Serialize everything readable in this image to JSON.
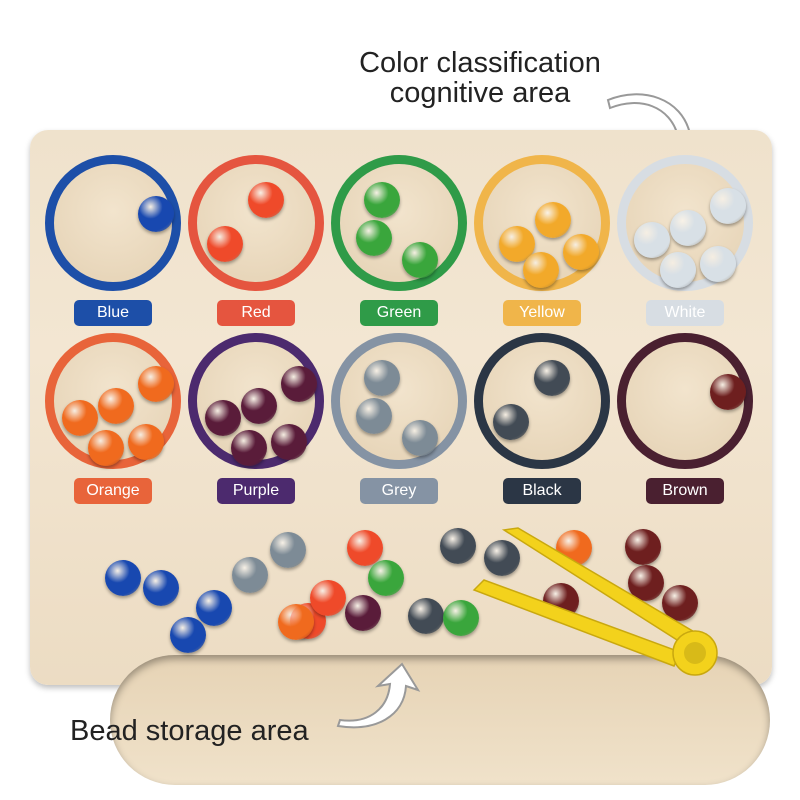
{
  "top_text": "",
  "captions": {
    "classification": "Color classification\ncognitive area",
    "storage": "Bead storage area"
  },
  "wells": [
    {
      "label": "Blue",
      "color": "#1d4fa8",
      "beads": 1
    },
    {
      "label": "Red",
      "color": "#e5553f",
      "beads": 2
    },
    {
      "label": "Green",
      "color": "#2f9b48",
      "beads": 3
    },
    {
      "label": "Yellow",
      "color": "#f0b54a",
      "beads": 4
    },
    {
      "label": "White",
      "color": "#d7dde3",
      "beads": 5
    },
    {
      "label": "Orange",
      "color": "#e8643a",
      "beads": 5
    },
    {
      "label": "Purple",
      "color": "#4c2a6e",
      "beads": 5
    },
    {
      "label": "Grey",
      "color": "#8593a4",
      "beads": 3
    },
    {
      "label": "Black",
      "color": "#2b3645",
      "beads": 2
    },
    {
      "label": "Brown",
      "color": "#4a2030",
      "beads": 1
    }
  ],
  "bead_colors": {
    "Blue": "#1848b0",
    "Red": "#ef4a2a",
    "Green": "#3aa63c",
    "Yellow": "#f2a92a",
    "White": "#d8e0e6",
    "Orange": "#f06a1e",
    "Purple": "#5a1c3a",
    "Grey": "#7d8b96",
    "Black": "#424b55",
    "Brown": "#6e1f1f"
  },
  "tweezers_color": "#f3d21c"
}
